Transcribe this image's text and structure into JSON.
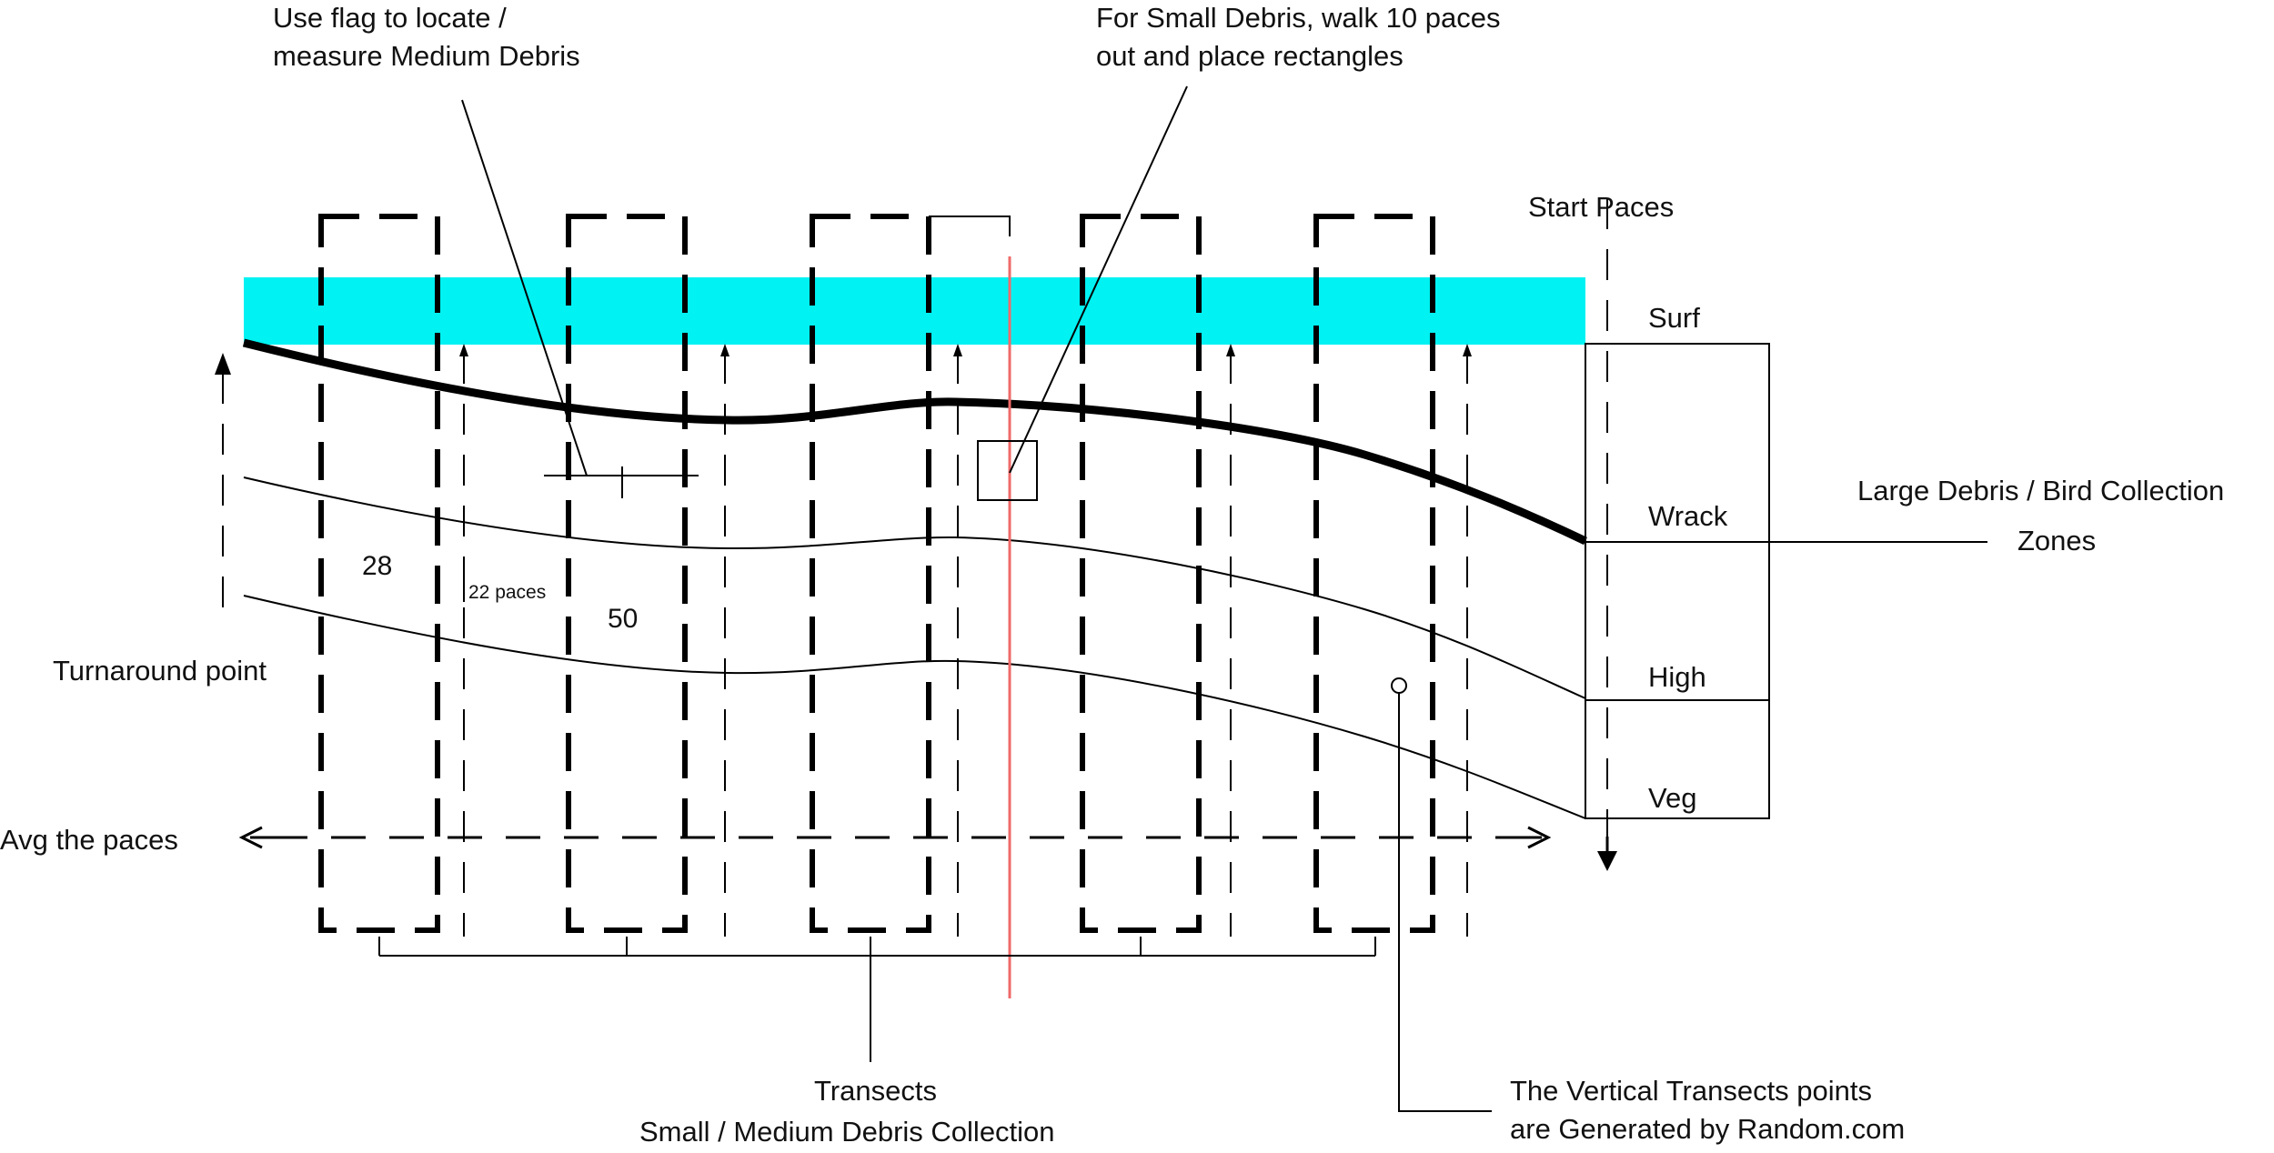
{
  "diagram": {
    "labels": {
      "flag_note_line1": "Use flag to  locate /",
      "flag_note_line2": "measure Medium Debris",
      "small_debris_line1": "For Small Debris, walk 10 paces",
      "small_debris_line2": "out and place rectangles",
      "start_paces": "Start Paces",
      "turnaround": "Turnaround point",
      "avg_paces": "Avg the paces",
      "transects_line1": "Transects",
      "transects_line2": "Small / Medium Debris  Collection",
      "random_line1": "The Vertical Transects points",
      "random_line2": "are Generated by Random.com",
      "large_debris_line1": "Large Debris / Bird Collection",
      "large_debris_line2": "Zones"
    },
    "zones": [
      "Surf",
      "Wrack",
      "High",
      "Veg"
    ],
    "pace_counts": {
      "first": "28",
      "second": "50",
      "spacing": "22 paces"
    },
    "colors": {
      "surf": "#00f2f2",
      "center_line": "#f06a6a",
      "ink": "#000000"
    }
  }
}
